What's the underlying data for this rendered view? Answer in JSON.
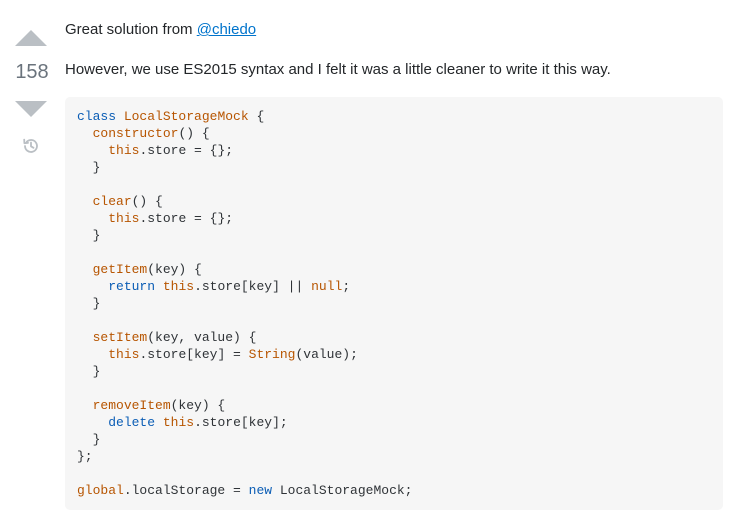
{
  "vote": {
    "score": "158",
    "upvote_label": "▲",
    "downvote_label": "▼",
    "history_icon": "history-icon"
  },
  "post": {
    "line1_prefix": "Great solution from ",
    "mention": "@chiedo",
    "line2": "However, we use ES2015 syntax and I felt it was a little cleaner to write it this way."
  },
  "code": {
    "language": "javascript",
    "lines": [
      "class LocalStorageMock {",
      "  constructor() {",
      "    this.store = {};",
      "  }",
      "",
      "  clear() {",
      "    this.store = {};",
      "  }",
      "",
      "  getItem(key) {",
      "    return this.store[key] || null;",
      "  }",
      "",
      "  setItem(key, value) {",
      "    this.store[key] = String(value);",
      "  }",
      "",
      "  removeItem(key) {",
      "    delete this.store[key];",
      "  }",
      "};",
      "",
      "global.localStorage = new LocalStorageMock;"
    ]
  },
  "colors": {
    "keyword": "#0b5db5",
    "title": "#b75501",
    "literal": "#b75501",
    "code_background": "#f6f6f6",
    "link": "#0074cc",
    "vote_arrow": "#babfc4"
  }
}
